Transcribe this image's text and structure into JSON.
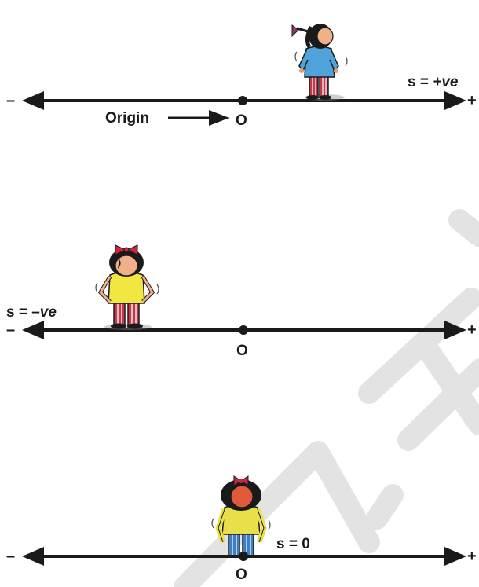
{
  "panels": [
    {
      "minus": "–",
      "plus": "+",
      "origin_mark": "O",
      "origin_label": "Origin",
      "displacement_prefix": "s = ",
      "displacement_value": "+ve"
    },
    {
      "minus": "–",
      "plus": "+",
      "origin_mark": "O",
      "displacement_prefix": "s = ",
      "displacement_value": "–ve"
    },
    {
      "minus": "–",
      "plus": "+",
      "origin_mark": "O",
      "displacement_prefix": "s = ",
      "displacement_value": "0"
    }
  ],
  "colors": {
    "axis": "#1a1a1a",
    "watermark": "#e3e3e3",
    "girl1_shirt": "#4fa3d8",
    "girl1_pants": "#c23a4a",
    "girl2_shirt": "#f2e640",
    "girl2_pants": "#c23a4a",
    "girl3_shirt": "#e8e04a",
    "girl3_pants": "#3f7fc4",
    "bow": "#c8283a"
  }
}
